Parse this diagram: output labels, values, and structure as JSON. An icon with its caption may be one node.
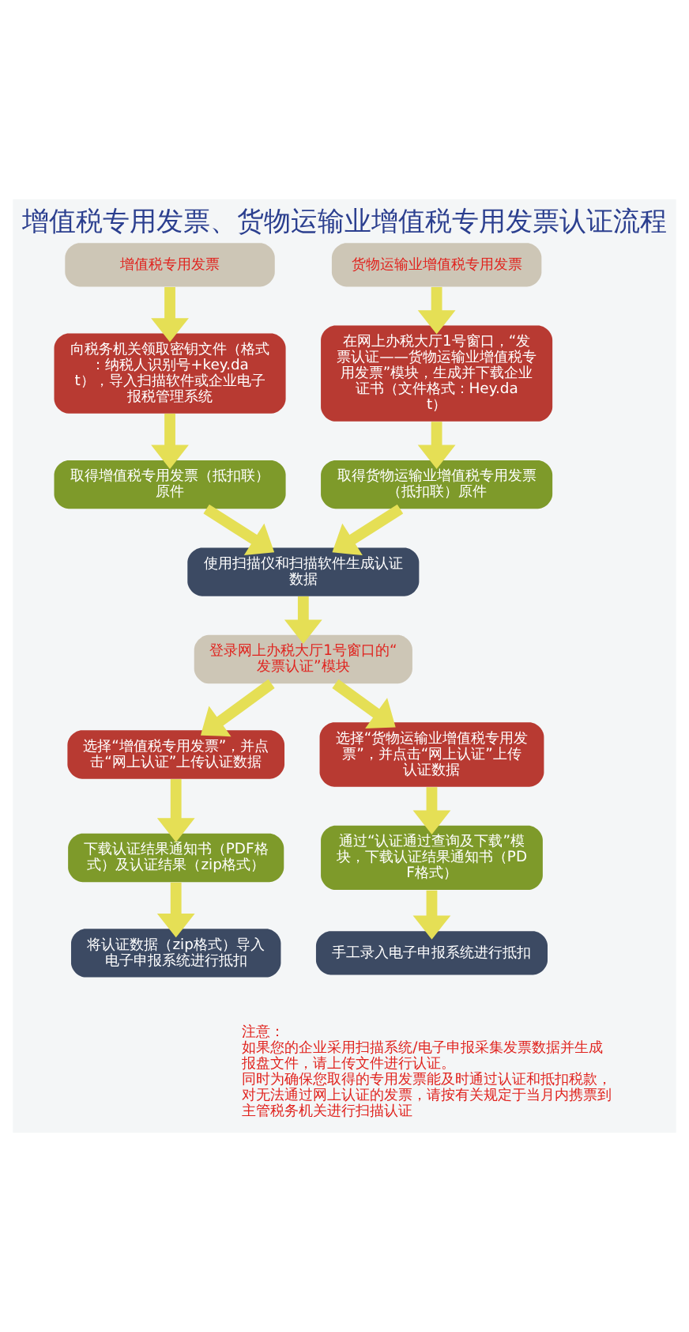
{
  "diagram": {
    "title": "增值税专用发票、货物运输业增值税专用发票认证流程",
    "nodes": [
      {
        "text": [
          "增值税专用发票"
        ]
      },
      {
        "text": [
          "货物运输业增值税专用发票"
        ]
      },
      {
        "text": [
          "向税务机关领取密钥文件（格式：纳税人识别号+key.dat），导入扫描软件或企业电子报税管理系统"
        ]
      },
      {
        "text": [
          "在网上办税大厅1号窗口，“发票认证——货物运输业增值税专用发票”模块，生成并下载企业证书（文件格式：Hey.dat）"
        ]
      },
      {
        "text": [
          "取得增值税专用发票（抵扣联）原件"
        ]
      },
      {
        "text": [
          "取得货物运输业增值税专用发票（抵扣联）原件"
        ]
      },
      {
        "text": [
          "使用扫描仪和扫描软件生成认证数据"
        ]
      },
      {
        "text": [
          "登录网上办税大厅1号窗口的“发票认证”模块"
        ]
      },
      {
        "text": [
          "选择“增值税专用发票”，并点击“网上认证”上传认证数据"
        ]
      },
      {
        "text": [
          "选择“货物运输业增值税专用发票”，并点击“网上认证”上传认证数据"
        ]
      },
      {
        "text": [
          "下载认证结果通知书（PDF格式）及认证结果（zip格式）"
        ]
      },
      {
        "text": [
          "通过“认证通过查询及下载”模块，下载认证结果通知书（PDF格式）"
        ]
      },
      {
        "text": [
          "将认证数据（zip格式）导入电子申报系统进行抵扣"
        ]
      },
      {
        "text": [
          "手工录入电子申报系统进行抵扣"
        ]
      }
    ],
    "edges": [
      {
        "from": 0,
        "to": 2,
        "arrow": "to"
      },
      {
        "from": 1,
        "to": 3,
        "arrow": "to"
      },
      {
        "from": 2,
        "to": 4,
        "arrow": "to"
      },
      {
        "from": 3,
        "to": 5,
        "arrow": "to"
      },
      {
        "from": 4,
        "to": 6,
        "arrow": "to"
      },
      {
        "from": 5,
        "to": 6,
        "arrow": "to"
      },
      {
        "from": 6,
        "to": 7,
        "arrow": "to"
      },
      {
        "from": 7,
        "to": 8,
        "arrow": "to"
      },
      {
        "from": 7,
        "to": 9,
        "arrow": "to"
      },
      {
        "from": 8,
        "to": 10,
        "arrow": "to"
      },
      {
        "from": 9,
        "to": 11,
        "arrow": "to"
      },
      {
        "from": 10,
        "to": 12,
        "arrow": "to"
      },
      {
        "from": 11,
        "to": 13,
        "arrow": "to"
      }
    ],
    "labels": [
      "注意：",
      "如果您的企业采用扫描系统/电子申报采集发票数据并生成报盘文件，请上传文件进行认证。",
      "同时为确保您取得的专用发票能及时通过认证和抵扣税款，对无法通过网上认证的发票，请按有关规定于当月内携票到主管税务机关进行扫描认证"
    ]
  }
}
